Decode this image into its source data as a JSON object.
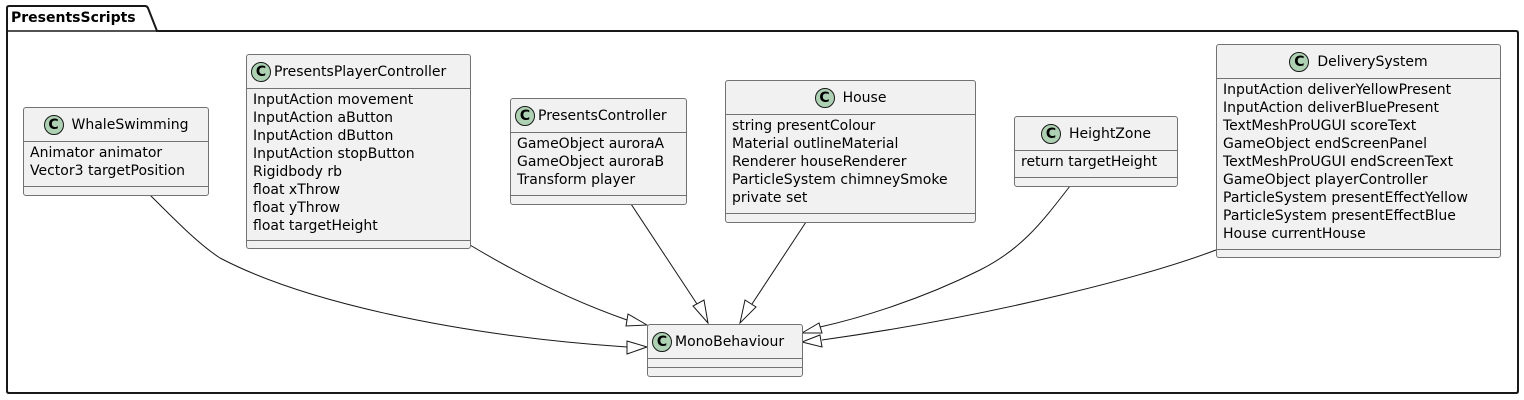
{
  "package": {
    "name": "PresentsScripts"
  },
  "colors": {
    "class_fill": "#f1f1f1",
    "class_border": "#727272",
    "icon_fill": "#add1b2"
  },
  "classes": {
    "WhaleSwimming": {
      "name": "WhaleSwimming",
      "icon": "class-icon",
      "icon_letter": "C",
      "attributes": [
        "Animator animator",
        "Vector3 targetPosition"
      ]
    },
    "PresentsPlayerController": {
      "name": "PresentsPlayerController",
      "icon": "class-icon",
      "icon_letter": "C",
      "attributes": [
        "InputAction movement",
        "InputAction aButton",
        "InputAction dButton",
        "InputAction stopButton",
        "Rigidbody rb",
        "float xThrow",
        "float yThrow",
        "float targetHeight"
      ]
    },
    "PresentsController": {
      "name": "PresentsController",
      "icon": "class-icon",
      "icon_letter": "C",
      "attributes": [
        "GameObject auroraA",
        "GameObject auroraB",
        "Transform player"
      ]
    },
    "House": {
      "name": "House",
      "icon": "class-icon",
      "icon_letter": "C",
      "attributes": [
        "string presentColour",
        "Material outlineMaterial",
        "Renderer houseRenderer",
        "ParticleSystem chimneySmoke",
        "private set"
      ]
    },
    "HeightZone": {
      "name": "HeightZone",
      "icon": "class-icon",
      "icon_letter": "C",
      "attributes": [
        "return targetHeight"
      ]
    },
    "DeliverySystem": {
      "name": "DeliverySystem",
      "icon": "class-icon",
      "icon_letter": "C",
      "attributes": [
        "InputAction deliverYellowPresent",
        "InputAction deliverBluePresent",
        "TextMeshProUGUI scoreText",
        "GameObject endScreenPanel",
        "TextMeshProUGUI endScreenText",
        "GameObject playerController",
        "ParticleSystem presentEffectYellow",
        "ParticleSystem presentEffectBlue",
        "House currentHouse"
      ]
    },
    "MonoBehaviour": {
      "name": "MonoBehaviour",
      "icon": "class-icon",
      "icon_letter": "C",
      "attributes": []
    }
  },
  "relations": [
    {
      "from": "WhaleSwimming",
      "to": "MonoBehaviour",
      "type": "inheritance"
    },
    {
      "from": "PresentsPlayerController",
      "to": "MonoBehaviour",
      "type": "inheritance"
    },
    {
      "from": "PresentsController",
      "to": "MonoBehaviour",
      "type": "inheritance"
    },
    {
      "from": "House",
      "to": "MonoBehaviour",
      "type": "inheritance"
    },
    {
      "from": "HeightZone",
      "to": "MonoBehaviour",
      "type": "inheritance"
    },
    {
      "from": "DeliverySystem",
      "to": "MonoBehaviour",
      "type": "inheritance"
    }
  ]
}
